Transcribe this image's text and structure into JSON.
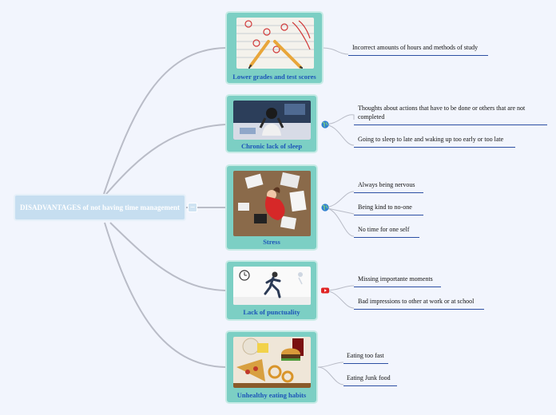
{
  "root": {
    "label": "DISADVANTAGES of not having time management"
  },
  "topics": [
    {
      "label": "Lower grades and test scores",
      "items": [
        "Incorrect amounts of hours and methods of study"
      ]
    },
    {
      "label": "Chronic lack of sleep",
      "marker_icon": "globe-icon",
      "items": [
        "Thoughts about actions that have to be done or others that are not completed",
        "Going to sleep to late and waking up too early or too late"
      ]
    },
    {
      "label": "Stress",
      "marker_icon": "globe-icon",
      "items": [
        "Always being nervous",
        "Being kind to no-one",
        "No time for one self"
      ]
    },
    {
      "label": "Lack of punctuality",
      "marker_icon": "youtube-icon",
      "items": [
        "Missing importante moments",
        "Bad impressions to other at work or at school"
      ]
    },
    {
      "label": "Unhealthy eating habits",
      "items": [
        "Eating too fast",
        "Eating Junk food"
      ]
    }
  ],
  "colors": {
    "background": "#f2f5fd",
    "root_fill": "#c6def0",
    "topic_fill": "#7ccfc4",
    "topic_label": "#1d56b8",
    "connector": "#b9bcc7",
    "underline": "#2c4fa3"
  }
}
